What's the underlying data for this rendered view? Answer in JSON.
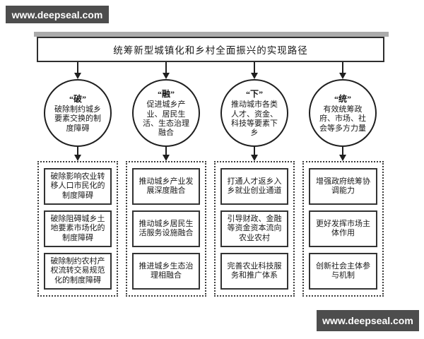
{
  "watermark_top": {
    "text": "www.deepseal.com"
  },
  "watermark_bottom": {
    "text": "www.deepseal.com"
  },
  "title": {
    "text": "统筹新型城镇化和乡村全面振兴的实现路径"
  },
  "columns": [
    {
      "circle": {
        "keyword": "“破”",
        "desc": "破除制约城乡要素交换的制度障碍"
      },
      "boxes": [
        "破除影响农业转移人口市民化的制度障碍",
        "破除阻碍城乡土地要素市场化的制度障碍",
        "破除制约农村产权流转交易规范化的制度障碍"
      ]
    },
    {
      "circle": {
        "keyword": "“融”",
        "desc": "促进城乡产业、居民生活、生态治理融合"
      },
      "boxes": [
        "推动城乡产业发展深度融合",
        "推动城乡居民生活服务设施融合",
        "推进城乡生态治理相融合"
      ]
    },
    {
      "circle": {
        "keyword": "“下”",
        "desc": "推动城市各类人才、资金、科技等要素下乡"
      },
      "boxes": [
        "打通人才返乡入乡就业创业通道",
        "引导财政、金融等资金资本流向农业农村",
        "完善农业科技服务和推广体系"
      ]
    },
    {
      "circle": {
        "keyword": "“统”",
        "desc": "有效统筹政府、市场、社会等多方力量"
      },
      "boxes": [
        "增强政府统筹协调能力",
        "更好发挥市场主体作用",
        "创新社会主体参与机制"
      ]
    }
  ]
}
